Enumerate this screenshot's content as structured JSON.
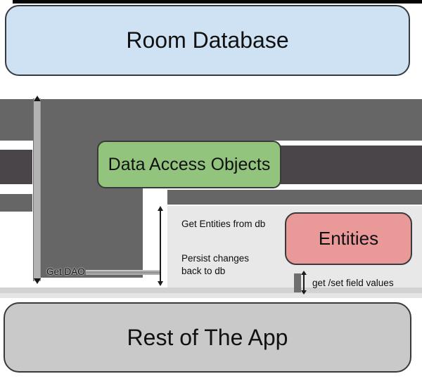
{
  "diagram": {
    "top_box": {
      "label": "Room Database"
    },
    "dao_box": {
      "label": "Data Access Objects"
    },
    "entities_box": {
      "label": "Entities"
    },
    "bottom_box": {
      "label": "Rest of The App"
    },
    "labels": {
      "get_dao": "Get DAO",
      "get_entities": "Get Entities from db",
      "persist_line1": "Persist changes",
      "persist_line2": "back to db",
      "get_set": "get /set field values"
    },
    "colors": {
      "room_database_fill": "#cfe2f3",
      "dao_fill": "#93c47d",
      "entities_fill": "#ea9999",
      "rest_of_app_fill": "#c9c9c9",
      "fat_arrow_gray": "#666667",
      "fat_arrow_dark_gray": "#4a4549",
      "panel_gray": "#e8e8e8",
      "thin_arrow_bar_gray": "#b3b3b3",
      "box_border": "#3a3a3a"
    }
  }
}
